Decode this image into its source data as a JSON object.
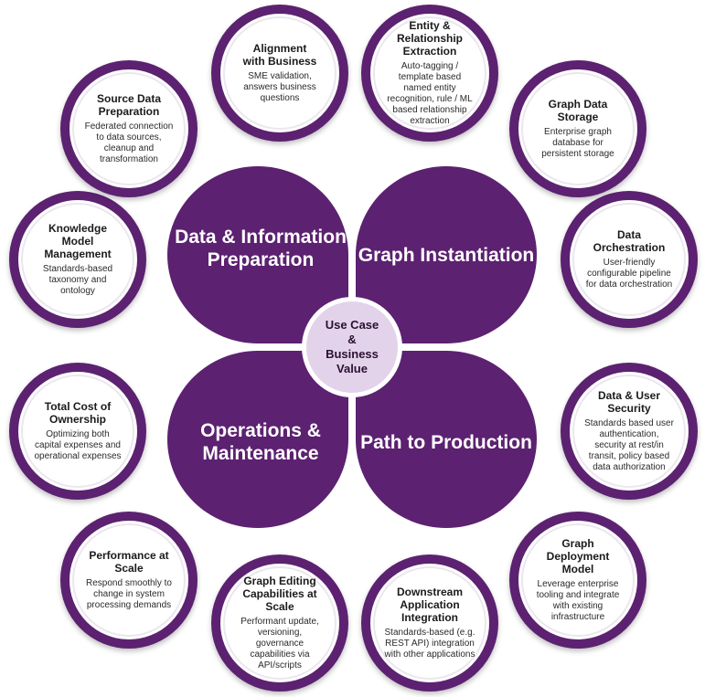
{
  "center": {
    "label": "Use Case & Business Value"
  },
  "quadrants": {
    "top_left": "Data & Information Preparation",
    "top_right": "Graph Instantiation",
    "bottom_left": "Operations & Maintenance",
    "bottom_right": "Path to Production"
  },
  "colors": {
    "primary_purple": "#5c2170",
    "center_lavender": "#e3d3ea",
    "satellite_fill": "#ffffff"
  },
  "nodes": [
    {
      "title": "Alignment with Business",
      "desc": "SME validation, answers business questions"
    },
    {
      "title": "Entity & Relationship Extraction",
      "desc": "Auto-tagging / template based named entity recognition, rule / ML based relationship extraction"
    },
    {
      "title": "Graph Data Storage",
      "desc": "Enterprise graph database for persistent storage"
    },
    {
      "title": "Data Orchestration",
      "desc": "User-friendly configurable pipeline for data orchestration"
    },
    {
      "title": "Data & User Security",
      "desc": "Standards based user authentication, security at rest/in transit, policy based data authorization"
    },
    {
      "title": "Graph Deployment Model",
      "desc": "Leverage enterprise tooling and integrate with existing infrastructure"
    },
    {
      "title": "Downstream Application Integration",
      "desc": "Standards-based (e.g. REST API) integration with other applications"
    },
    {
      "title": "Graph Editing Capabilities at Scale",
      "desc": "Performant update, versioning, governance capabilities via API/scripts"
    },
    {
      "title": "Performance at Scale",
      "desc": "Respond smoothly to change in system processing demands"
    },
    {
      "title": "Total Cost of Ownership",
      "desc": "Optimizing both capital expenses and operational expenses"
    },
    {
      "title": "Knowledge Model Management",
      "desc": "Standards-based taxonomy and ontology"
    },
    {
      "title": "Source Data Preparation",
      "desc": "Federated connection to data sources, cleanup and transformation"
    }
  ]
}
